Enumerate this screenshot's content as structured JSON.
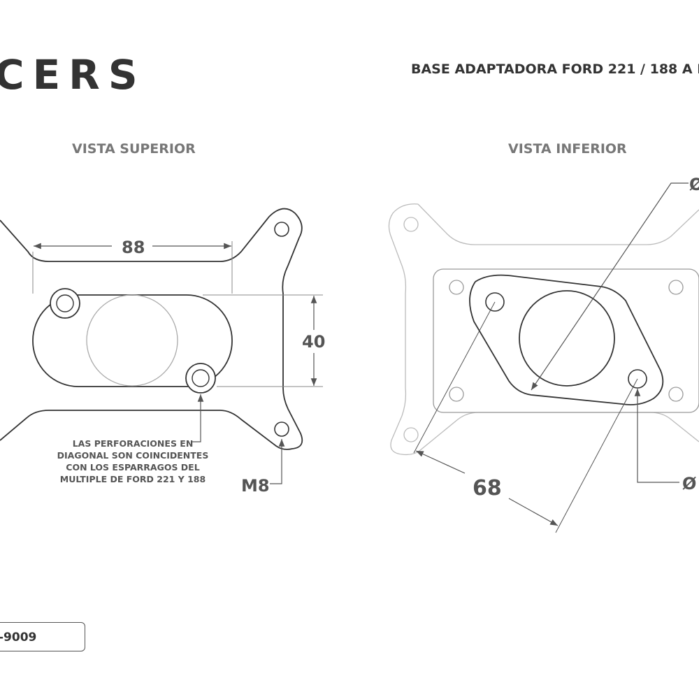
{
  "header": {
    "brand": "CERS",
    "title": "BASE ADAPTADORA FORD 221 / 188 A H"
  },
  "views": {
    "top_label": "VISTA SUPERIOR",
    "bottom_label": "VISTA INFERIOR"
  },
  "dimensions": {
    "width_88": "88",
    "height_40": "40",
    "thread_m8": "M8",
    "diag_68": "68",
    "diam_top": "Ø",
    "diam_bottom": "Ø"
  },
  "note": {
    "line1": "LAS PERFORACIONES EN",
    "line2": "DIAGONAL SON COINCIDENTES",
    "line3": "CON LOS ESPARRAGOS DEL",
    "line4": "MULTIPLE DE FORD 221 Y 188"
  },
  "footer": {
    "part_code": "-9009"
  }
}
